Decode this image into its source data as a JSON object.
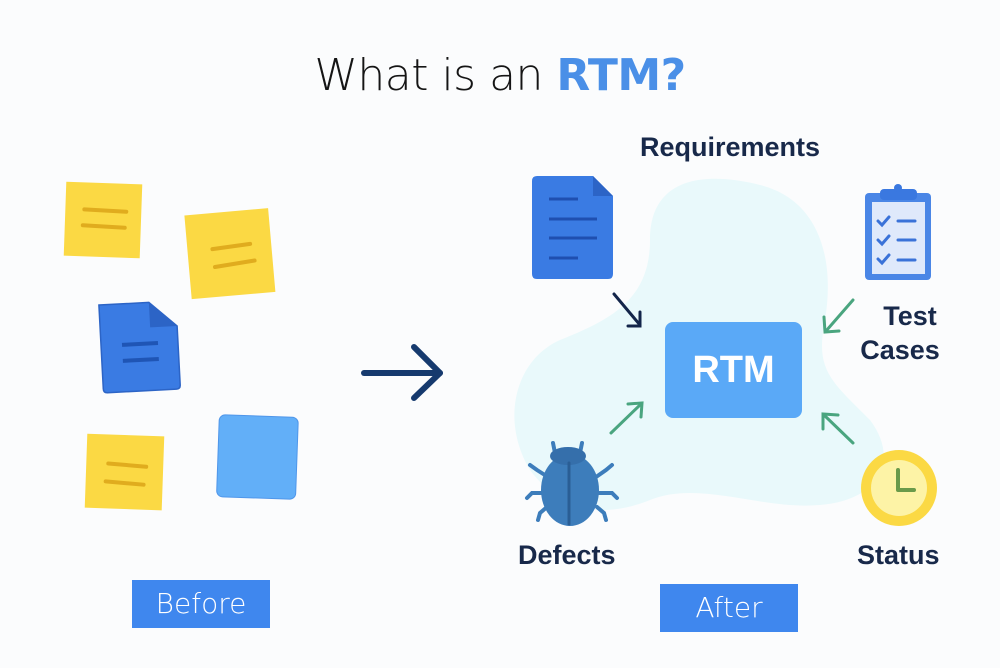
{
  "title": {
    "prefix": "What is an ",
    "accent": "RTM?"
  },
  "before": {
    "caption": "Before",
    "items": [
      "sticky-note",
      "sticky-note",
      "document",
      "sticky-note",
      "blank-card"
    ]
  },
  "transition_arrow": "arrow-right-icon",
  "after": {
    "caption": "After",
    "center_label": "RTM",
    "nodes": [
      {
        "id": "requirements",
        "label": "Requirements",
        "icon": "document-icon"
      },
      {
        "id": "test-cases",
        "label_line1": "Test",
        "label_line2": "Cases",
        "icon": "clipboard-checklist-icon"
      },
      {
        "id": "defects",
        "label": "Defects",
        "icon": "bug-icon"
      },
      {
        "id": "status",
        "label": "Status",
        "icon": "clock-icon"
      }
    ]
  },
  "colors": {
    "accent_blue": "#4a8fe7",
    "rtm_box": "#5aa9f7",
    "caption_box": "#3f87ee",
    "sticky_yellow": "#fbd944",
    "doc_blue": "#3a7be3",
    "label_navy": "#18294a",
    "arrow_green": "#4aa57f",
    "arrow_navy": "#13254a",
    "blob": "#e9f9fb"
  }
}
